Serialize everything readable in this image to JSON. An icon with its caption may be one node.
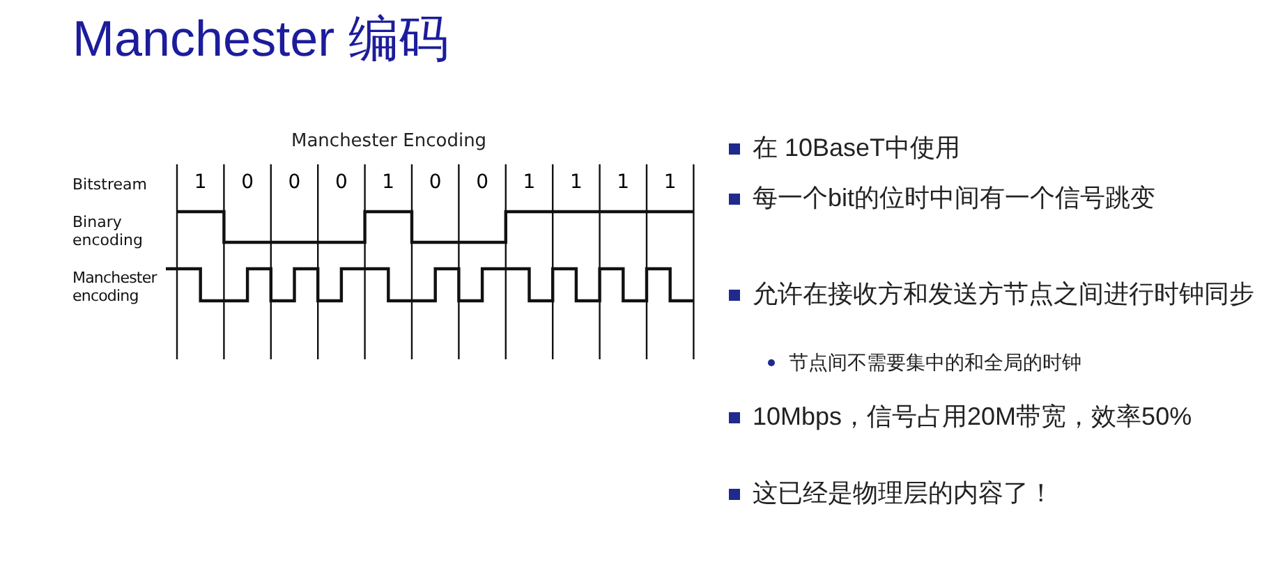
{
  "diagram": {
    "title": "Manchester 编码",
    "labels": [
      "Manchester Encoding",
      "Bitstream",
      "1",
      "0",
      "0",
      "0",
      "1",
      "0",
      "0",
      "1",
      "1",
      "1",
      "1",
      "Binary encoding",
      "Manchester encoding",
      "在 10BaseT中使用",
      "每一个bit的位时中间有一个信号跳变",
      "允许在接收方和发送方节点之间进行时钟同步",
      "节点间不需要集中的和全局的时钟",
      "10Mbps，信号占用20M带宽，效率50%",
      "这已经是物理层的内容了！"
    ]
  }
}
